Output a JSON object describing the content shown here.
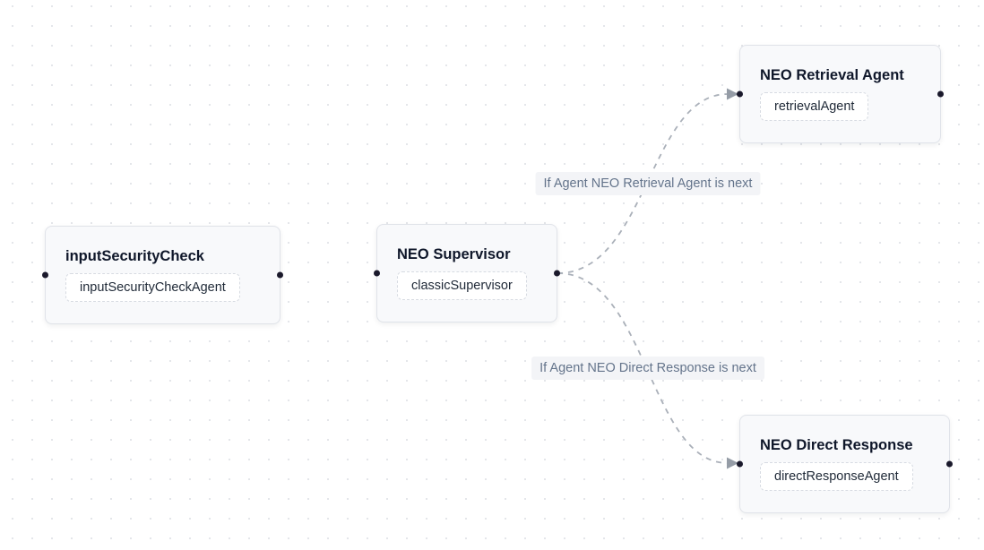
{
  "canvas": {
    "background_color": "#ffffff",
    "dot_grid_color": "#dfe1e6"
  },
  "nodes": [
    {
      "title": "inputSecurityCheck",
      "agent_label": "inputSecurityCheckAgent"
    },
    {
      "title": "NEO Supervisor",
      "agent_label": "classicSupervisor"
    },
    {
      "title": "NEO Retrieval Agent",
      "agent_label": "retrievalAgent"
    },
    {
      "title": "NEO Direct Response",
      "agent_label": "directResponseAgent"
    }
  ],
  "edges": [
    {
      "from": "NEO Supervisor",
      "to": "NEO Retrieval Agent",
      "label": "If Agent NEO Retrieval Agent is next"
    },
    {
      "from": "NEO Supervisor",
      "to": "NEO Direct Response",
      "label": "If Agent NEO Direct Response is next"
    }
  ],
  "colors": {
    "node_background": "#f8f9fb",
    "node_border": "#e0e3e9",
    "node_title_text": "#0f172a",
    "agent_chip_border": "#d7dbe2",
    "agent_chip_text": "#1f2937",
    "edge_stroke": "#aab0b9",
    "arrowhead": "#959ca6",
    "handle": "#1a192b",
    "edge_label_text": "#64748b",
    "edge_label_background": "#f3f4f7"
  }
}
